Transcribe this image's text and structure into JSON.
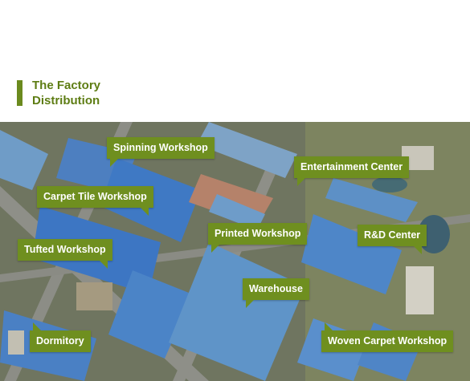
{
  "header": {
    "title_line1": "The Factory",
    "title_line2": "Distribution",
    "accent_color": "#6b8a1e"
  },
  "labels": {
    "spinning": "Spinning Workshop",
    "entertainment": "Entertainment Center",
    "carpet_tile": "Carpet Tile Workshop",
    "printed": "Printed Workshop",
    "rnd": "R&D Center",
    "tufted": "Tufted Workshop",
    "warehouse": "Warehouse",
    "dormitory": "Dormitory",
    "woven": "Woven Carpet Workshop"
  }
}
